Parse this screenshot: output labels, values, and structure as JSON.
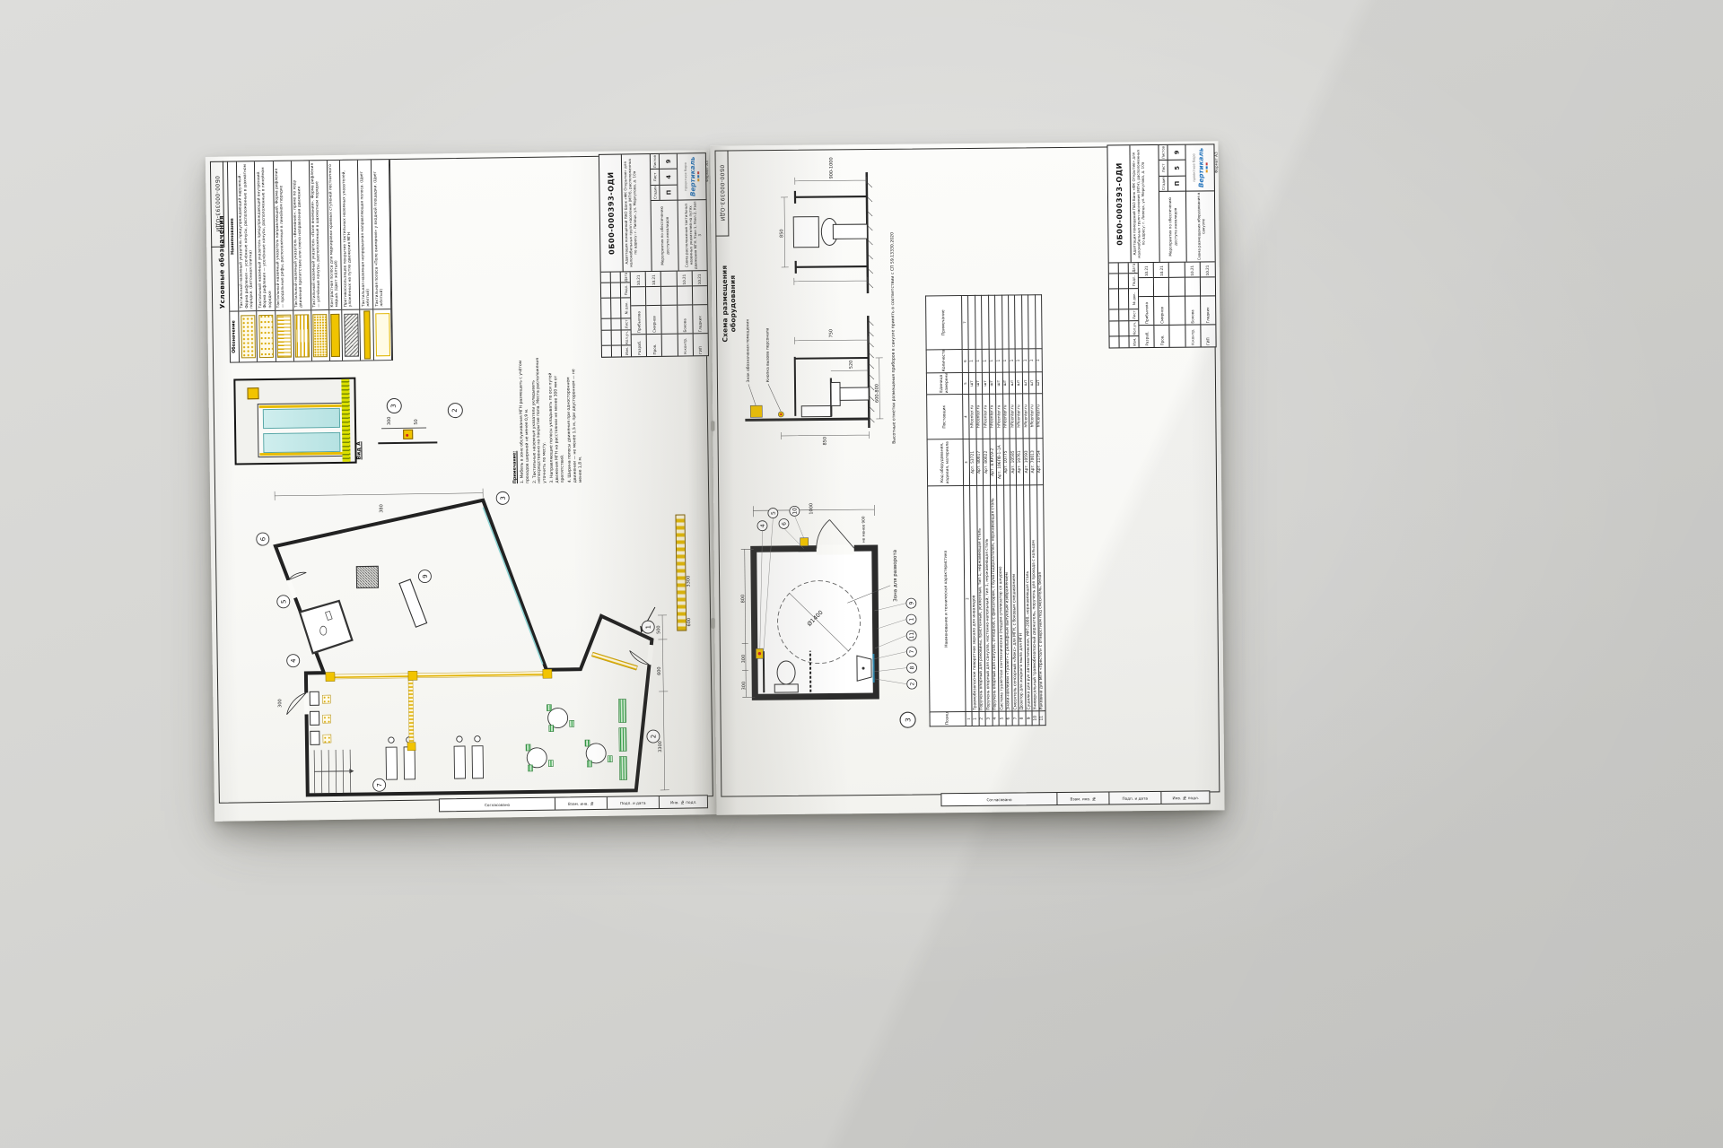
{
  "common": {
    "side_column": {
      "cells": [
        "Согласовано",
        "Взам. инв. №",
        "Подп. и дата",
        "Инв. № подл."
      ]
    }
  },
  "left_sheet": {
    "legend": {
      "title": "Условные обозначения",
      "col_symbol": "Обозначение",
      "col_name": "Наименование",
      "rows": [
        {
          "pattern": "p-dots-grid",
          "name": "Тактильный наземный указатель предупреждающий наружный. Форма рифления — усечённые конусы, расположенные в шахматном порядке. (Бетонная плитка)"
        },
        {
          "pattern": "p-dots-linear",
          "name": "Тактильный наземный указатель предупреждающий внутренний. Форма рифления — усечённые конусы, расположенные в линейном порядке"
        },
        {
          "pattern": "p-stripes-v",
          "name": "Тактильный наземный указатель направляющий. Форма рифления — продольные рифы, расположенные в линейном порядке"
        },
        {
          "pattern": "p-stripes-h",
          "name": "Тактильный наземный указатель «Внимание»: прямо по ходу движения препятствие или смена направления движения"
        },
        {
          "pattern": "p-dots-dense",
          "name": "Тактильный наземный указатель «Поле внимания». Форма рифления — усечённые конусы, расположенные в шахматном порядке"
        },
        {
          "pattern": "p-bar-solid",
          "name": "Контрастная полоса для маркировки краевых ступеней лестничного марша. (Цвет жёлтый)"
        },
        {
          "pattern": "p-hatch-dark",
          "name": "Противоскользящее покрытие тактильных наземных указателей, уложенных на путях движения МГН"
        },
        {
          "pattern": "p-bar-thin",
          "name": "Тактильная наземная непрерывная направляющая полоса. (Цвет жёлтый)"
        },
        {
          "pattern": "p-outline",
          "name": "Тактильная полоса «Поле внимания» у входной площадки. (Цвет жёлтый)"
        }
      ]
    },
    "view_a": {
      "caption": "Вид А"
    },
    "details": {
      "node2": "2",
      "node3": "3",
      "d300": "300",
      "d50": "50",
      "d3300": "3300",
      "d600": "600"
    },
    "notes": {
      "title": "Примечание:",
      "items": [
        "1. Мебель в зоне обслуживания МГН размещать с учётом проходов шириной не менее 0,9 м.",
        "2. Тактильные наземные указатели укладывать непосредственно на покрытие пола. Места расположения уточнить по месту.",
        "3. Направляющие полосы укладывать по оси путей движения МГН на расстоянии не менее 300 мм от препятствий.",
        "4. Ширина полосы движения при одностороннем движении — не менее 1,5 м, при двустороннем — не менее 1,8 м."
      ]
    },
    "plan": {
      "bubbles": [
        "1",
        "2",
        "3",
        "4",
        "5",
        "6",
        "7",
        "9"
      ],
      "dims": {
        "a": "3300",
        "b": "600",
        "c": "500",
        "d": "300",
        "e": "380"
      }
    },
    "stamp": {
      "designation": "0Б00-000393-ОДИ",
      "change_cols": [
        "Изм.",
        "Кол.уч.",
        "Лист",
        "№ док.",
        "Подп.",
        "Дата"
      ],
      "roles": [
        [
          "Разраб.",
          "Прибылова",
          "10.21"
        ],
        [
          "Пров.",
          "Смирнов",
          "10.21"
        ],
        [
          "",
          "",
          ""
        ],
        [
          "Н.контр.",
          "Бокова",
          "10.21"
        ],
        [
          "ГИП",
          "Гладких",
          "10.21"
        ]
      ],
      "project": "Адаптация помещений ПАО Банк «ФК Открытие» для маломобильных групп населения (МГН), расположенных по адресу: г. Липецк, ул. Меркулова, д. 10а",
      "doc_type": "Мероприятия по обеспечению доступа инвалидов",
      "sheet_title": "Схема расположения тактильных наземных указателей на путях движения МГН. Узел 1, Узел 2, Узел 3",
      "stage_label": "Стадия",
      "sheet_label": "Лист",
      "sheets_label": "Листов",
      "stage": "П",
      "sheet": "4",
      "sheets": "9",
      "org_line1": "проектное бюро",
      "org_line2": "Вертикаль",
      "format_note": "Формат А3"
    }
  },
  "right_sheet": {
    "header": "Схема размещения оборудования",
    "san_plan": {
      "diameter": "Ø1400",
      "zone_label": "Зона для разворота",
      "door_note": "не менее 900",
      "dims": {
        "t1": "300",
        "t2": "300",
        "t3": "800",
        "side": "1000"
      },
      "bubbles_top": [
        "4",
        "5",
        "6",
        "10"
      ],
      "bubbles_bottom": [
        "2",
        "8",
        "7",
        "11",
        "1",
        "9"
      ],
      "node": "3"
    },
    "elevations": {
      "sign_label": "Знак обозначения помещения",
      "button_label": "Кнопка вызова персонала",
      "dims": {
        "d850": "850",
        "d750": "750",
        "d520": "520",
        "d680": "600-800",
        "d900": "900-1000",
        "d850b": "850"
      },
      "note": "Высотные отметки размещения приборов в санузле принять в соответствии с СП 59.13330.2020"
    },
    "table": {
      "headers": {
        "pos": "Позиция",
        "name": "Наименование и техническая характеристика",
        "code": "Код оборудования, изделия, материала",
        "supplier": "Поставщик",
        "unit": "Единица измерения",
        "qty": "Количество",
        "note": "Примечание"
      },
      "col_nums": [
        "1",
        "2",
        "3",
        "4",
        "5",
        "6",
        "7"
      ],
      "rows": [
        {
          "pos": "1",
          "name": "Травмобезопасное поворотное зеркало для инвалидов",
          "code": "Арт. 53721",
          "supplier": "hficenter.ru",
          "unit": "шт",
          "qty": "1",
          "note": ""
        },
        {
          "pos": "2",
          "name": "Поручень опорный для раковины, пристенный, усиленный, тип 1, нержавеющая сталь",
          "code": "Арт. 80017",
          "supplier": "hficenter.ru",
          "unit": "шт",
          "qty": "1",
          "note": ""
        },
        {
          "pos": "3",
          "name": "Поручень опорный для санузла, настенно-напольный, тип 1, нержавеющая сталь",
          "code": "Арт. 80022",
          "supplier": "hficenter.ru",
          "unit": "шт",
          "qty": "1",
          "note": ""
        },
        {
          "pos": "4",
          "name": "Поручень опорный для санузла, откидной, с фиксатором, с бумагодержателем, нержавеющая сталь",
          "code": "Арт. 8.КР19-2",
          "supplier": "hficenter.ru",
          "unit": "шт",
          "qty": "1",
          "note": ""
        },
        {
          "pos": "5",
          "name": "Система туалетная сантехническая (поддон-утилизатор со шнуром)",
          "code": "Арт. 106ПВ-1-1А",
          "supplier": "hficenter.ru",
          "unit": "шт",
          "qty": "1",
          "note": ""
        },
        {
          "pos": "6",
          "name": "Знаки-наклейки «Туалет» с рельефным выпуклым изображением",
          "code": "Арт. 10775",
          "supplier": "hficenter.ru",
          "unit": "шт",
          "qty": "1",
          "note": ""
        },
        {
          "pos": "7",
          "name": "Смеситель сенсорный «Люкс» для МГН, с боковым смешиванием",
          "code": "Арт. 10585",
          "supplier": "hficenter.ru",
          "unit": "шт",
          "qty": "1",
          "note": ""
        },
        {
          "pos": "8",
          "name": "Дозатор для жидкого мыла для МГН",
          "code": "Арт. 10761",
          "supplier": "hficenter.ru",
          "unit": "шт",
          "qty": "1",
          "note": ""
        },
        {
          "pos": "9",
          "name": "Сушилка для рук автоматическая, УФТ-2000, нержавеющая сталь",
          "code": "Арт. 10593",
          "supplier": "hficenter.ru",
          "unit": "шт",
          "qty": "1",
          "note": ""
        },
        {
          "pos": "10",
          "name": "Универсальный травмобезопасный держатель, поручень для прохода с кольцом",
          "code": "Арт. 70013",
          "supplier": "hficenter.ru",
          "unit": "шт",
          "qty": "1",
          "note": ""
        },
        {
          "pos": "11",
          "name": "Раковина для МГН «Престол» с отверстием под смеситель, белая",
          "code": "Арт. 11754",
          "supplier": "hficenter.ru",
          "unit": "шт",
          "qty": "1",
          "note": ""
        }
      ]
    },
    "stamp": {
      "designation": "0Б00-000393-ОДИ",
      "change_cols": [
        "Изм.",
        "Кол.уч.",
        "Лист",
        "№ док.",
        "Подп.",
        "Дата"
      ],
      "roles": [
        [
          "Разраб.",
          "Прибылова",
          "10.21"
        ],
        [
          "Пров.",
          "Смирнов",
          "10.21"
        ],
        [
          "",
          "",
          ""
        ],
        [
          "Н.контр.",
          "Бокова",
          "10.21"
        ],
        [
          "ГИП",
          "Гладких",
          "10.21"
        ]
      ],
      "project": "Адаптация помещений ПАО Банк «ФК Открытие» для маломобильных групп населения (МГН), расположенных по адресу: г. Липецк, ул. Меркулова, д. 10а",
      "doc_type": "Мероприятия по обеспечению доступа инвалидов",
      "sheet_title": "Схема размещения оборудования в санузле",
      "stage_label": "Стадия",
      "sheet_label": "Лист",
      "sheets_label": "Листов",
      "stage": "П",
      "sheet": "5",
      "sheets": "9",
      "org_line1": "проектное бюро",
      "org_line2": "Вертикаль",
      "format_note": "Формат А3"
    }
  }
}
